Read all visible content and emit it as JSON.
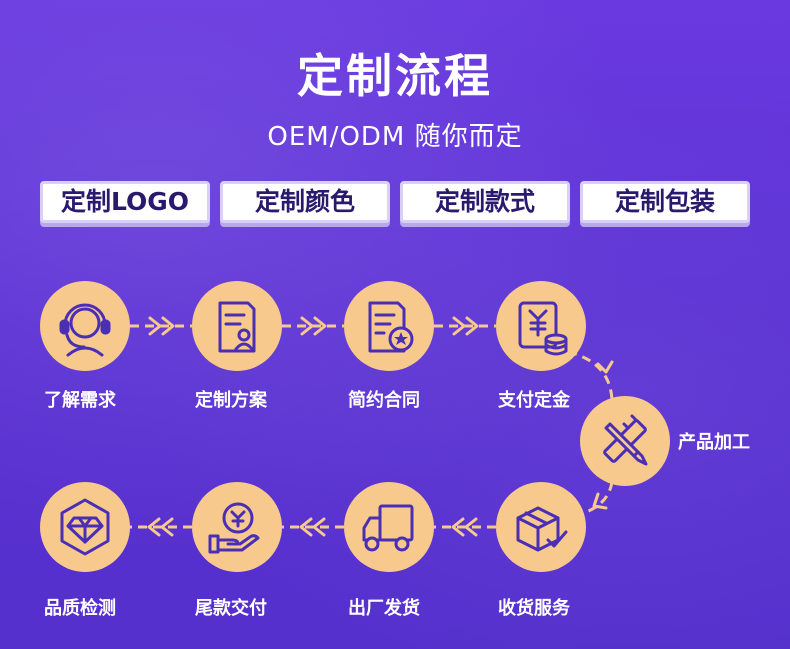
{
  "header": {
    "title": "定制流程",
    "subtitle": "OEM/ODM 随你而定"
  },
  "tags": [
    "定制LOGO",
    "定制颜色",
    "定制款式",
    "定制包装"
  ],
  "steps": [
    {
      "label": "了解需求",
      "icon": "customer-service-headset-icon"
    },
    {
      "label": "定制方案",
      "icon": "document-person-icon"
    },
    {
      "label": "简约合同",
      "icon": "contract-seal-icon"
    },
    {
      "label": "支付定金",
      "icon": "yen-coins-icon"
    },
    {
      "label": "产品加工",
      "icon": "pencil-ruler-icon"
    },
    {
      "label": "收货服务",
      "icon": "package-check-icon"
    },
    {
      "label": "出厂发货",
      "icon": "delivery-truck-icon"
    },
    {
      "label": "尾款交付",
      "icon": "hand-yen-coin-icon"
    },
    {
      "label": "品质检测",
      "icon": "diamond-inspection-icon"
    }
  ],
  "colors": {
    "background": "#5b2fd6",
    "accent": "#f7c98c",
    "icon_stroke": "#4a2fb5",
    "tag_text": "#2a1a6e"
  }
}
